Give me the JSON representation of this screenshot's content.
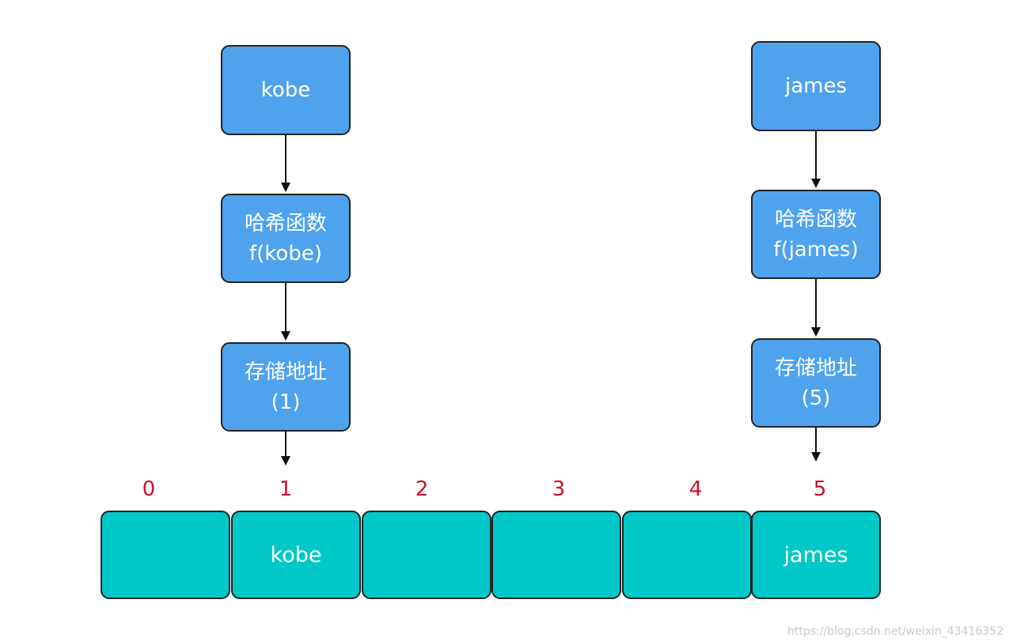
{
  "left_column": {
    "key": "kobe",
    "hash_title": "哈希函数",
    "hash_call": "f(kobe)",
    "address_title": "存储地址",
    "address_value": "(1)"
  },
  "right_column": {
    "key": "james",
    "hash_title": "哈希函数",
    "hash_call": "f(james)",
    "address_title": "存储地址",
    "address_value": "(5)"
  },
  "array": {
    "indices": [
      "0",
      "1",
      "2",
      "3",
      "4",
      "5"
    ],
    "cells": [
      "",
      "kobe",
      "",
      "",
      "",
      "james"
    ]
  },
  "watermark": "https://blog.csdn.net/weixin_43416352",
  "colors": {
    "node_fill": "#4fa3ec",
    "cell_fill": "#00c8c8",
    "index_text": "#c8102e"
  }
}
